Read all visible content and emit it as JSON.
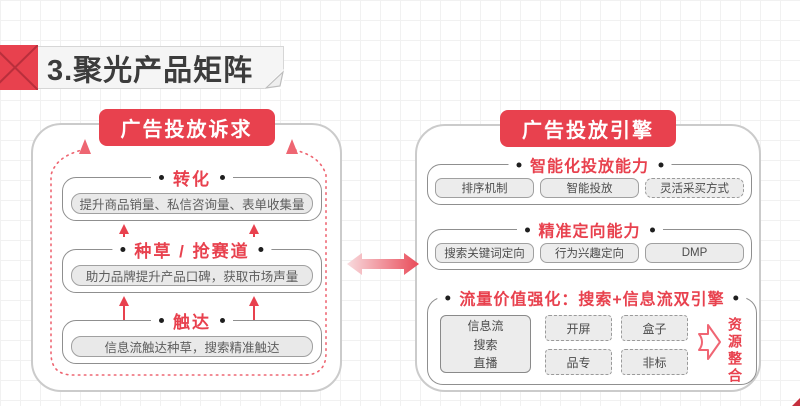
{
  "title_block": {
    "title": "3.聚光产品矩阵"
  },
  "colors": {
    "accent_red": "#e8414e",
    "title_text": "#3c3c3c",
    "box_background": "#ececec",
    "box_border": "#a0a0a0",
    "mid_arrow_gradient_start": "#f8dbde",
    "mid_arrow_gradient_end": "#e94b59",
    "dotted_cycle_red": "#ee6672"
  },
  "demand_panel": {
    "header": "广告投放诉求",
    "sections": [
      {
        "title": "转化",
        "detail": "提升商品销量、私信咨询量、表单收集量"
      },
      {
        "title": "种草 / 抢赛道",
        "detail": "助力品牌提升产品口碑，获取市场声量"
      },
      {
        "title": "触达",
        "detail": "信息流触达种草，搜索精准触达"
      }
    ]
  },
  "engine_panel": {
    "header": "广告投放引擎",
    "sections": [
      {
        "title": "智能化投放能力",
        "items": [
          "排序机制",
          "智能投放",
          "灵活采买方式"
        ]
      },
      {
        "title": "精准定向能力",
        "items": [
          "搜索关键词定向",
          "行为兴趣定向",
          "DMP"
        ]
      },
      {
        "title": "流量价值强化：搜索+信息流双引擎",
        "channel_box": [
          "信息流",
          "搜索",
          "直播"
        ],
        "dashed_items": [
          "开屏",
          "盒子",
          "品专",
          "非标"
        ],
        "resource_label": "资源整合"
      }
    ]
  }
}
